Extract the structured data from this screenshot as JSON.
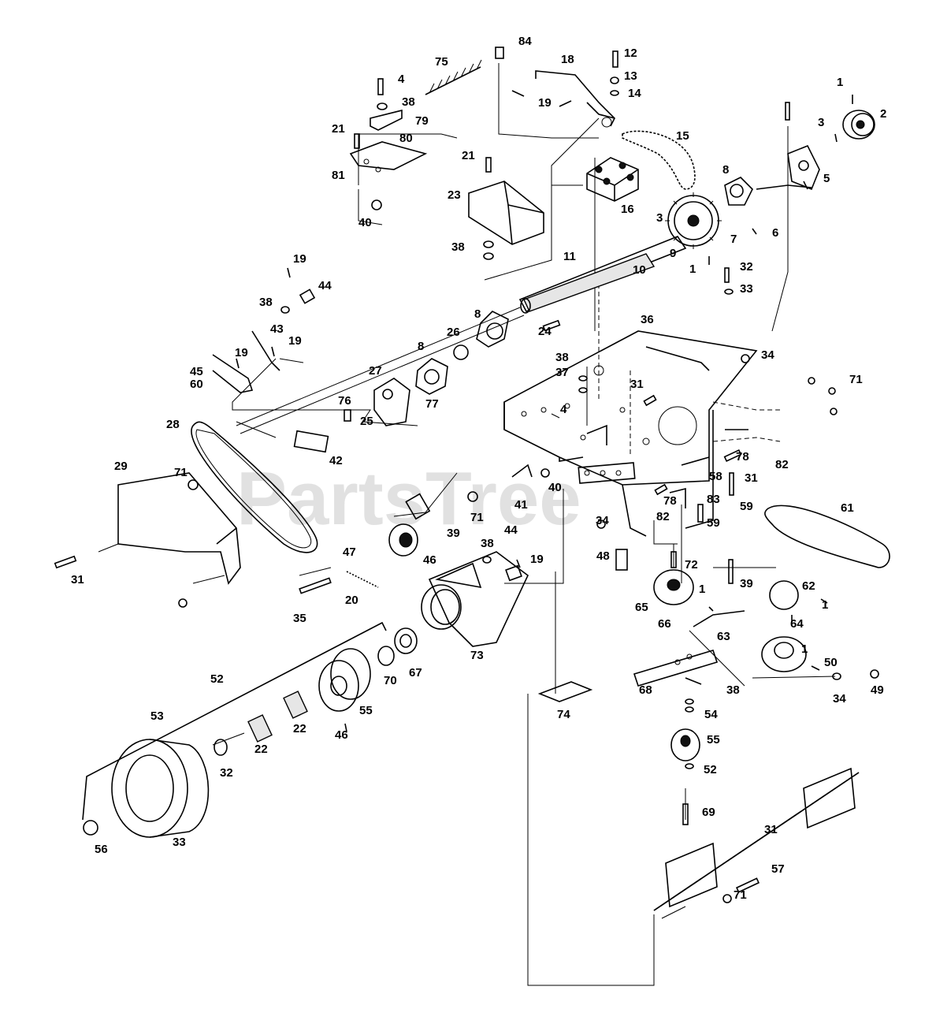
{
  "watermark": "PartsTree",
  "part_labels": [
    "84",
    "75",
    "18",
    "12",
    "13",
    "14",
    "4",
    "19",
    "38",
    "79",
    "21",
    "80",
    "81",
    "40",
    "15",
    "1",
    "2",
    "3",
    "5",
    "21",
    "23",
    "16",
    "8",
    "3",
    "7",
    "6",
    "9",
    "38",
    "11",
    "10",
    "1",
    "32",
    "33",
    "19",
    "44",
    "38",
    "43",
    "19",
    "19",
    "45",
    "60",
    "8",
    "26",
    "24",
    "8",
    "36",
    "34",
    "27",
    "38",
    "37",
    "31",
    "71",
    "4",
    "76",
    "77",
    "25",
    "28",
    "42",
    "29",
    "71",
    "40",
    "41",
    "78",
    "82",
    "58",
    "31",
    "83",
    "78",
    "59",
    "82",
    "34",
    "61",
    "71",
    "39",
    "44",
    "48",
    "72",
    "59",
    "62",
    "1",
    "47",
    "46",
    "38",
    "19",
    "31",
    "35",
    "20",
    "65",
    "1",
    "39",
    "66",
    "63",
    "64",
    "1",
    "50",
    "73",
    "52",
    "70",
    "67",
    "68",
    "38",
    "34",
    "49",
    "74",
    "53",
    "55",
    "22",
    "54",
    "46",
    "55",
    "22",
    "52",
    "32",
    "69",
    "31",
    "57",
    "56",
    "33",
    "71"
  ]
}
